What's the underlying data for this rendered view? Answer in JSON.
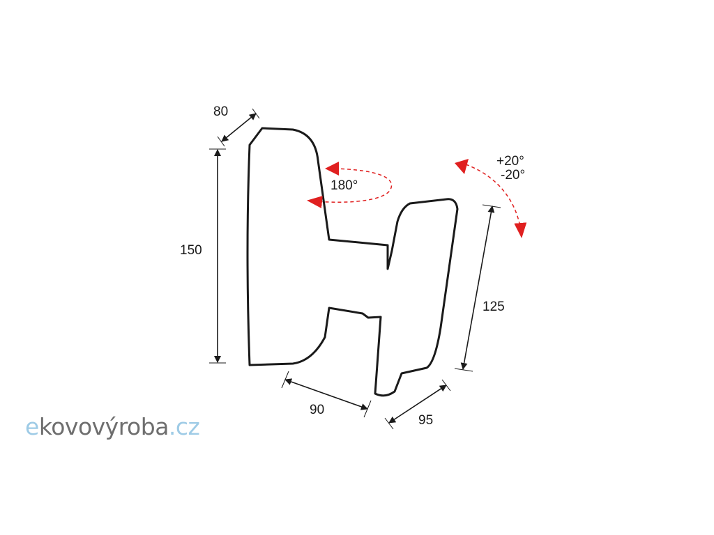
{
  "diagram": {
    "dimensions": {
      "arm_width": "80",
      "wall_plate_height": "150",
      "arm_length": "90",
      "tv_plate_width": "95",
      "tv_plate_height": "125"
    },
    "rotations": {
      "swivel": "180°",
      "tilt_up": "+20°",
      "tilt_down": "-20°"
    }
  },
  "logo": {
    "letter_e": "e",
    "name": "kovovýroba",
    "tld": ".cz"
  },
  "colors": {
    "outline": "#1a1a1a",
    "arrow_red": "#e02020",
    "logo_blue": "#9ecbe6",
    "logo_gray": "#6e6e6e"
  }
}
